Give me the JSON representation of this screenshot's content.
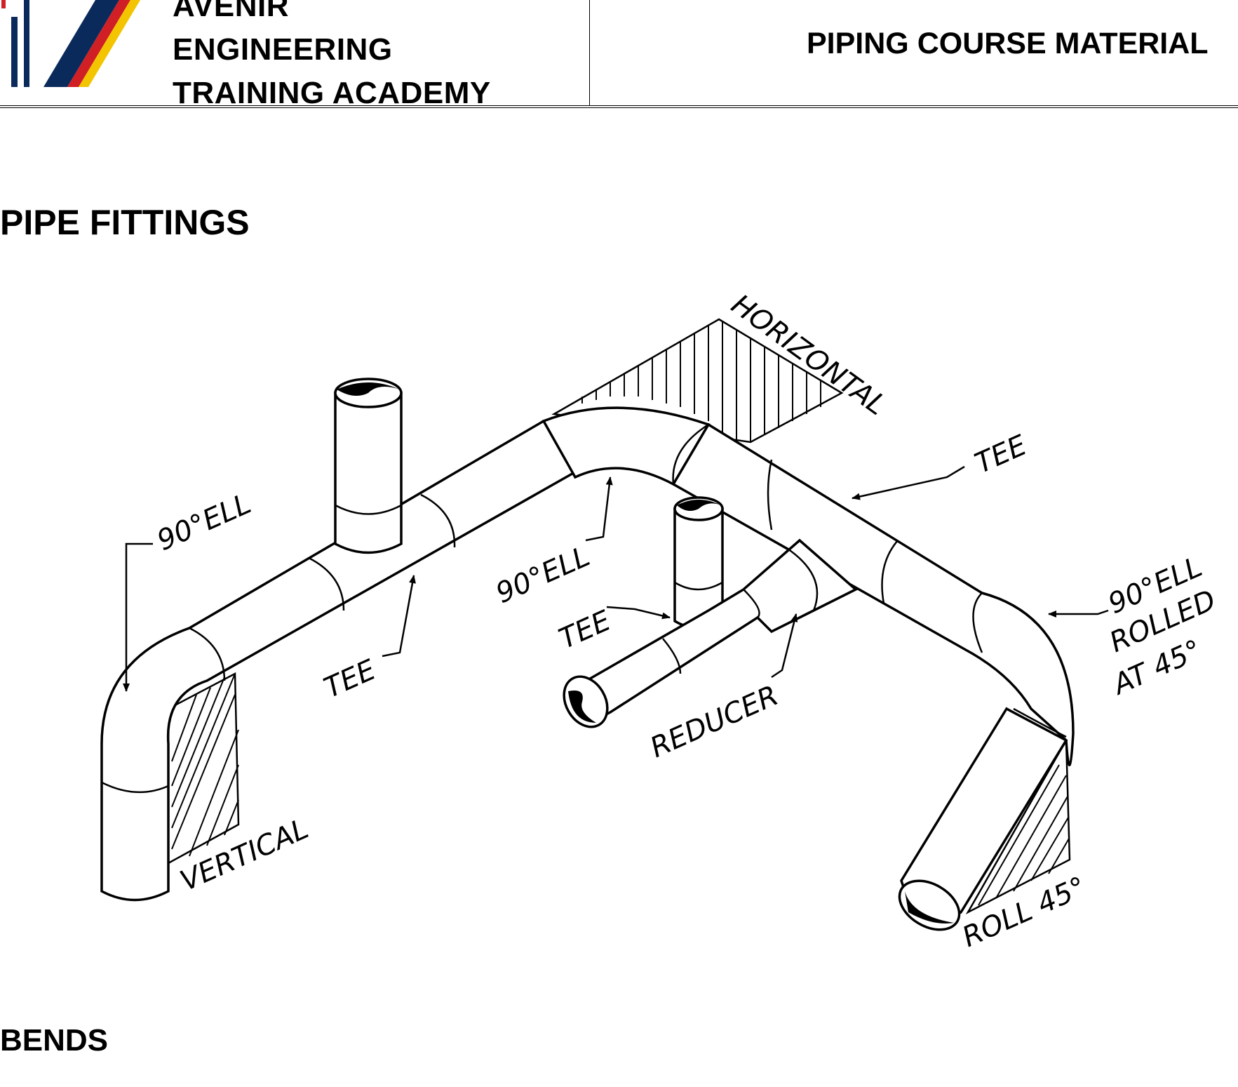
{
  "header": {
    "academy_line1": "AVENIR",
    "academy_line2": "ENGINEERING",
    "academy_line3": "TRAINING ACADEMY",
    "course_title": "PIPING COURSE MATERIAL",
    "logo_colors": [
      "#0b2a5c",
      "#d01f25",
      "#f2c500"
    ]
  },
  "section_title": "PIPE FITTINGS",
  "next_section_title": "BENDS",
  "figure": {
    "labels": {
      "ell_left": "90°ELL",
      "tee_left": "TEE",
      "vertical": "VERTICAL",
      "horizontal": "HORIZONTAL",
      "ell_center": "90°ELL",
      "tee_center": "TEE",
      "reducer": "REDUCER",
      "tee_right": "TEE",
      "ell_rolled_line1": "90°ELL",
      "ell_rolled_line2": "ROLLED",
      "ell_rolled_line3": "AT 45°",
      "roll": "ROLL 45°"
    }
  }
}
